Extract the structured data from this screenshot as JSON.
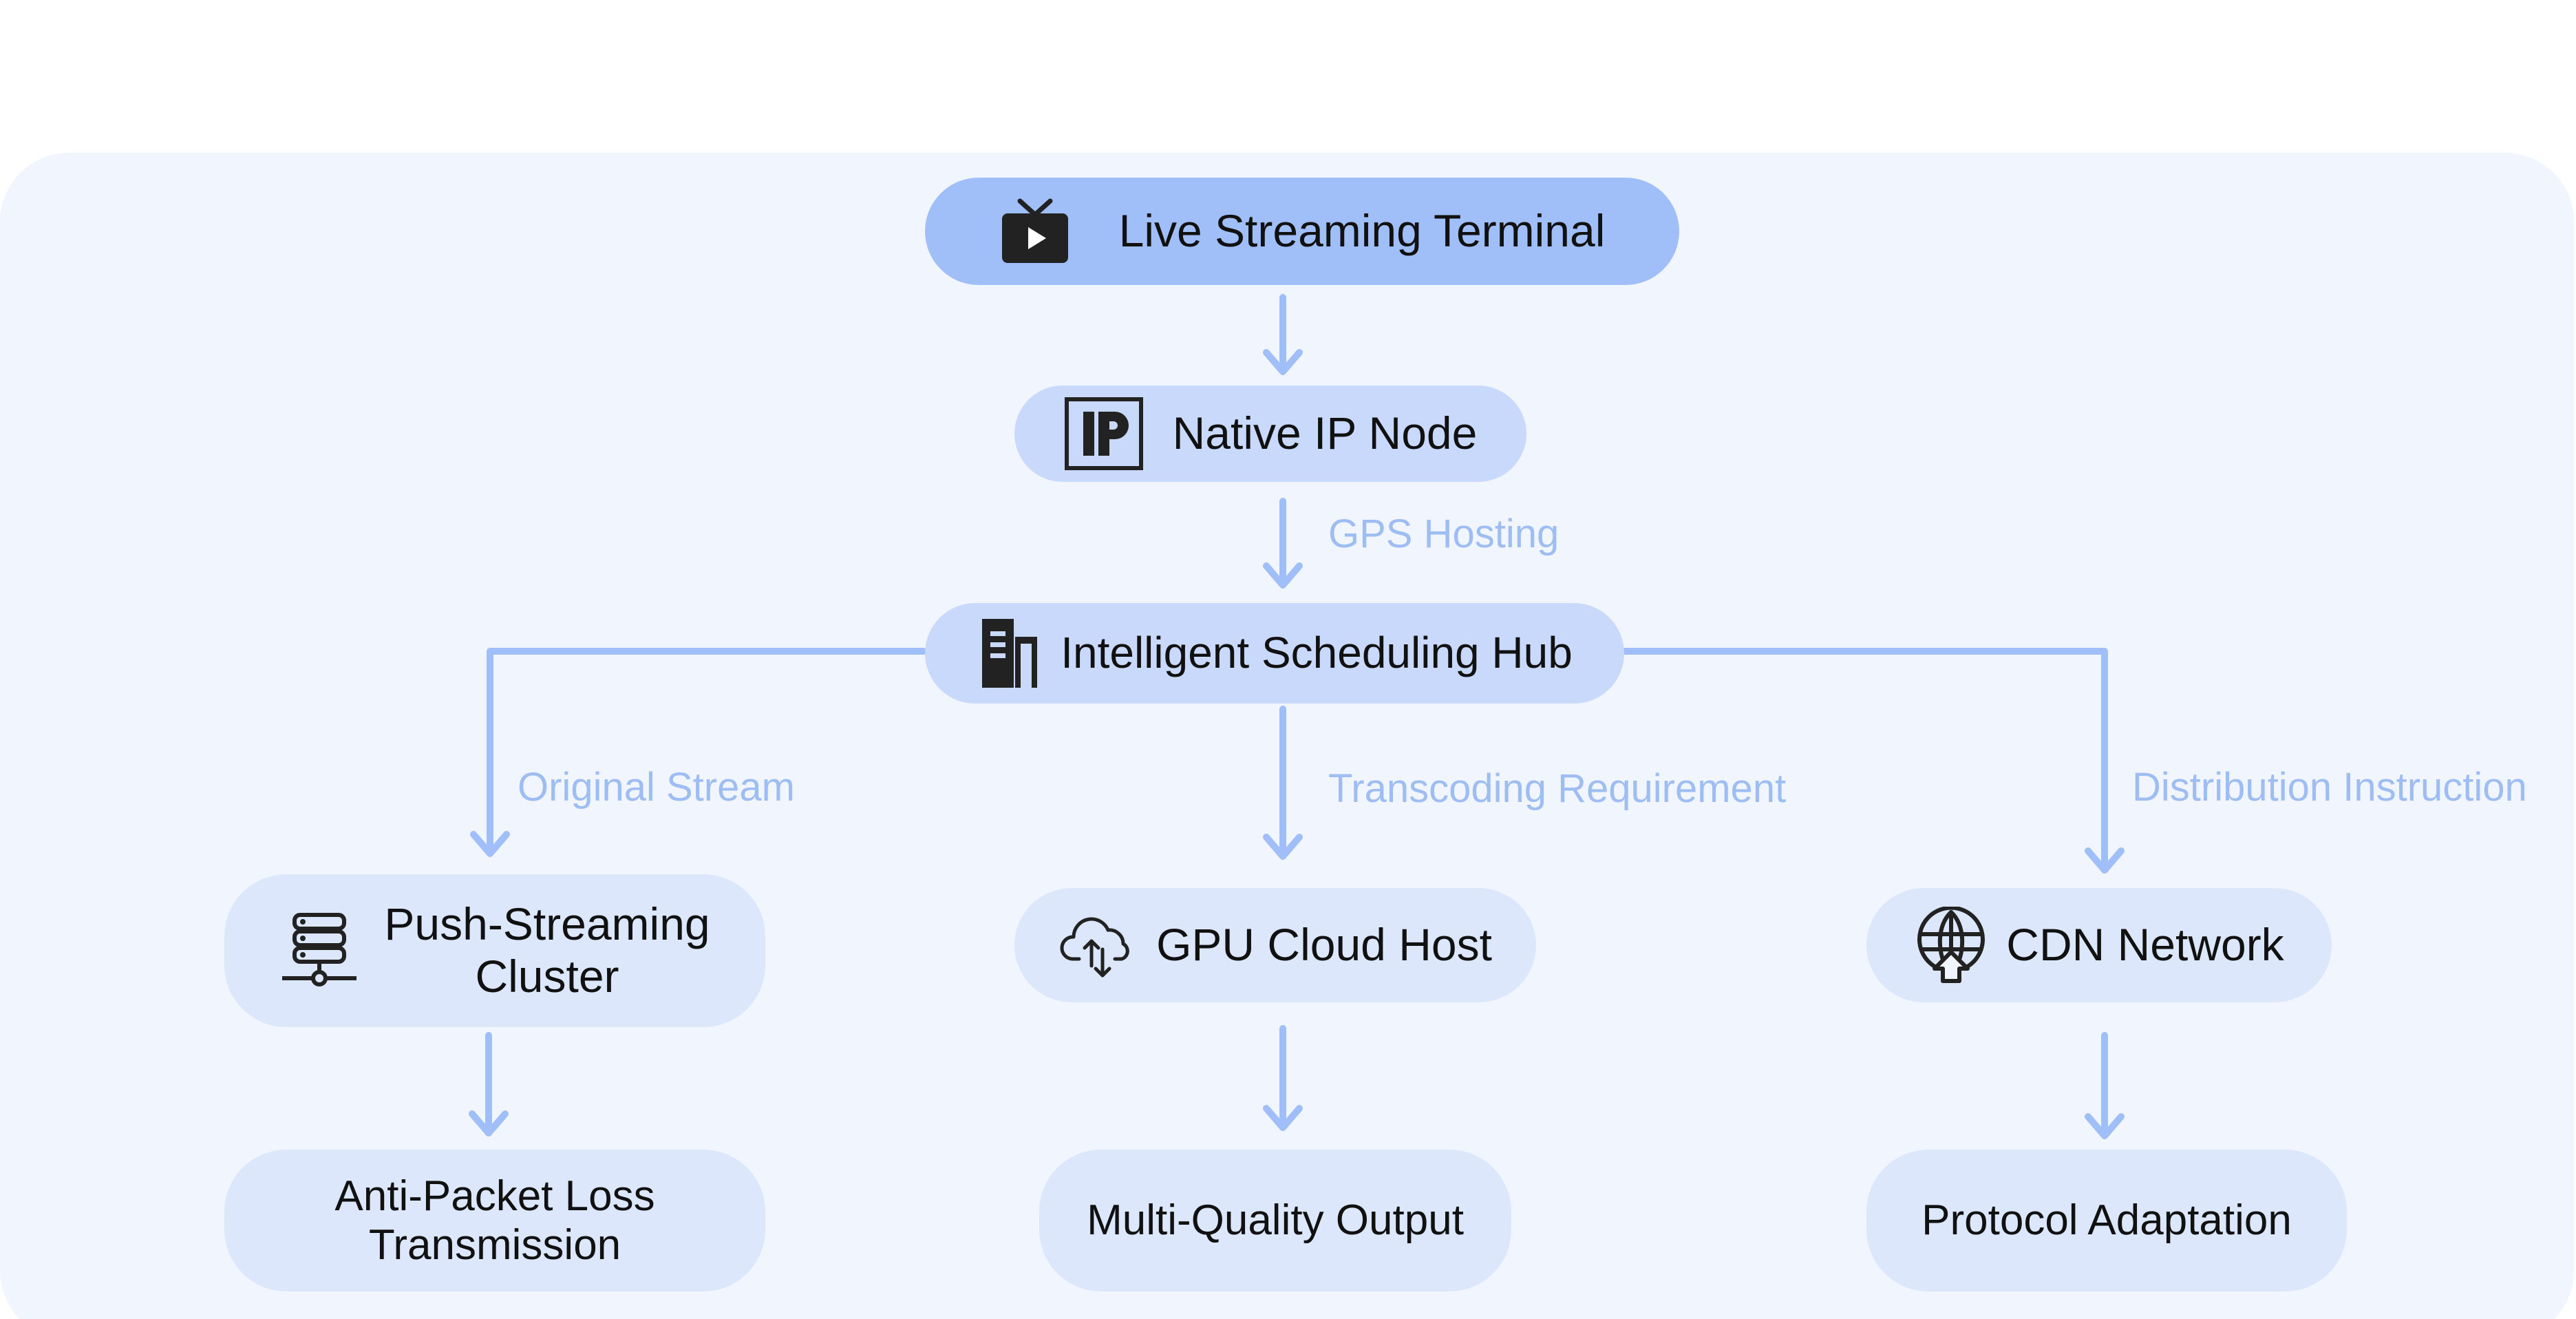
{
  "colors": {
    "panel": "#f1f5fd",
    "node_primary": "#a0bff9",
    "node_secondary": "#c8d9fb",
    "node_tertiary": "#dce7fc",
    "arrow": "#a0bff9",
    "label": "#9ebdf3",
    "text": "#111111",
    "icon": "#222222"
  },
  "nodes": {
    "terminal": {
      "label": "Live Streaming Terminal",
      "icon": "tv-icon"
    },
    "ip_node": {
      "label": "Native IP Node",
      "icon": "ip-icon"
    },
    "hub": {
      "label": "Intelligent Scheduling Hub",
      "icon": "building-icon"
    },
    "push_cluster": {
      "label": "Push-Streaming Cluster",
      "line1": "Push-Streaming",
      "line2": "Cluster",
      "icon": "server-icon"
    },
    "gpu_host": {
      "label": "GPU Cloud Host",
      "icon": "cloud-transfer-icon"
    },
    "cdn": {
      "label": "CDN Network",
      "icon": "globe-upload-icon"
    },
    "anti_loss": {
      "label": "Anti-Packet Loss Transmission",
      "line1": "Anti-Packet Loss",
      "line2": "Transmission"
    },
    "multi_quality": {
      "label": "Multi-Quality Output"
    },
    "protocol": {
      "label": "Protocol Adaptation"
    }
  },
  "edges": [
    {
      "from": "terminal",
      "to": "ip_node",
      "label": ""
    },
    {
      "from": "ip_node",
      "to": "hub",
      "label": "GPS Hosting"
    },
    {
      "from": "hub",
      "to": "push_cluster",
      "label": "Original Stream"
    },
    {
      "from": "hub",
      "to": "gpu_host",
      "label": "Transcoding Requirement"
    },
    {
      "from": "hub",
      "to": "cdn",
      "label": "Distribution Instruction"
    },
    {
      "from": "push_cluster",
      "to": "anti_loss",
      "label": ""
    },
    {
      "from": "gpu_host",
      "to": "multi_quality",
      "label": ""
    },
    {
      "from": "cdn",
      "to": "protocol",
      "label": ""
    }
  ],
  "edge_labels": {
    "gps": "GPS Hosting",
    "original": "Original Stream",
    "transcoding": "Transcoding Requirement",
    "distribution": "Distribution Instruction"
  }
}
